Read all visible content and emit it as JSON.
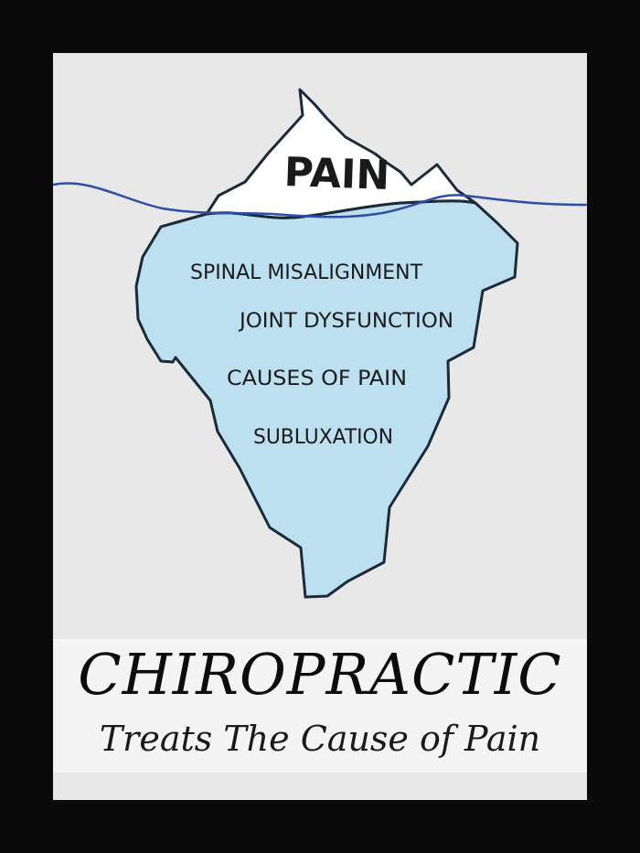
{
  "iceberg": {
    "tip_label": "PAIN",
    "underwater_labels": [
      "SPINAL MISALIGNMENT",
      "JOINT DYSFUNCTION",
      "CAUSES OF PAIN",
      "SUBLUXATION"
    ]
  },
  "caption": {
    "headline": "CHIROPRACTIC",
    "tagline": "Treats The Cause of Pain"
  },
  "colors": {
    "frame": "#0a0a0a",
    "poster_background": "#e8e8e8",
    "caption_band": "#f4f4f4",
    "water_line": "#2e4fa8",
    "iceberg_underwater": "#bde0f0",
    "iceberg_tip": "#ffffff",
    "outline": "#1c2a3a",
    "text": "#1a1a1a"
  }
}
